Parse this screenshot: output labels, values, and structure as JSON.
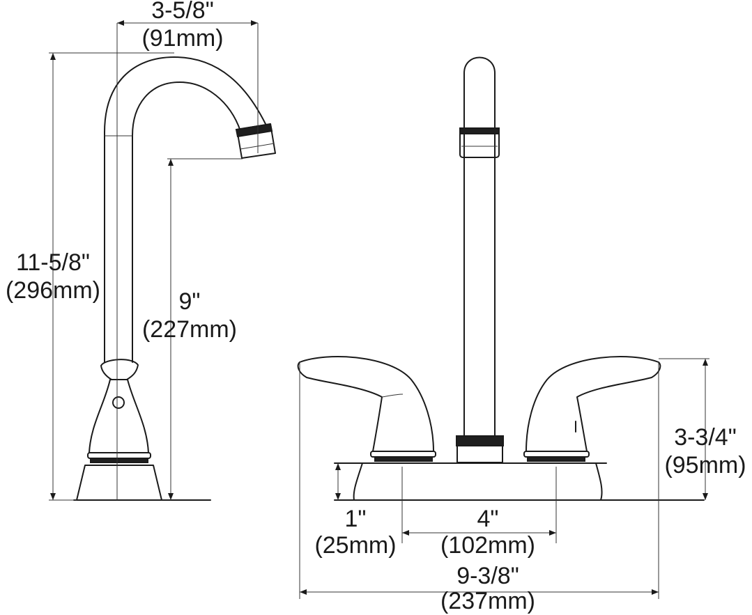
{
  "dimensions": {
    "spout_reach": {
      "imperial": "3-5/8\"",
      "metric": "(91mm)"
    },
    "overall_height": {
      "imperial": "11-5/8\"",
      "metric": "(296mm)"
    },
    "spout_height": {
      "imperial": "9\"",
      "metric": "(227mm)"
    },
    "handle_height": {
      "imperial": "3-3/4\"",
      "metric": "(95mm)"
    },
    "base_height": {
      "imperial": "1\"",
      "metric": "(25mm)"
    },
    "center_spacing": {
      "imperial": "4\"",
      "metric": "(102mm)"
    },
    "overall_width": {
      "imperial": "9-3/8\"",
      "metric": "(237mm)"
    }
  }
}
